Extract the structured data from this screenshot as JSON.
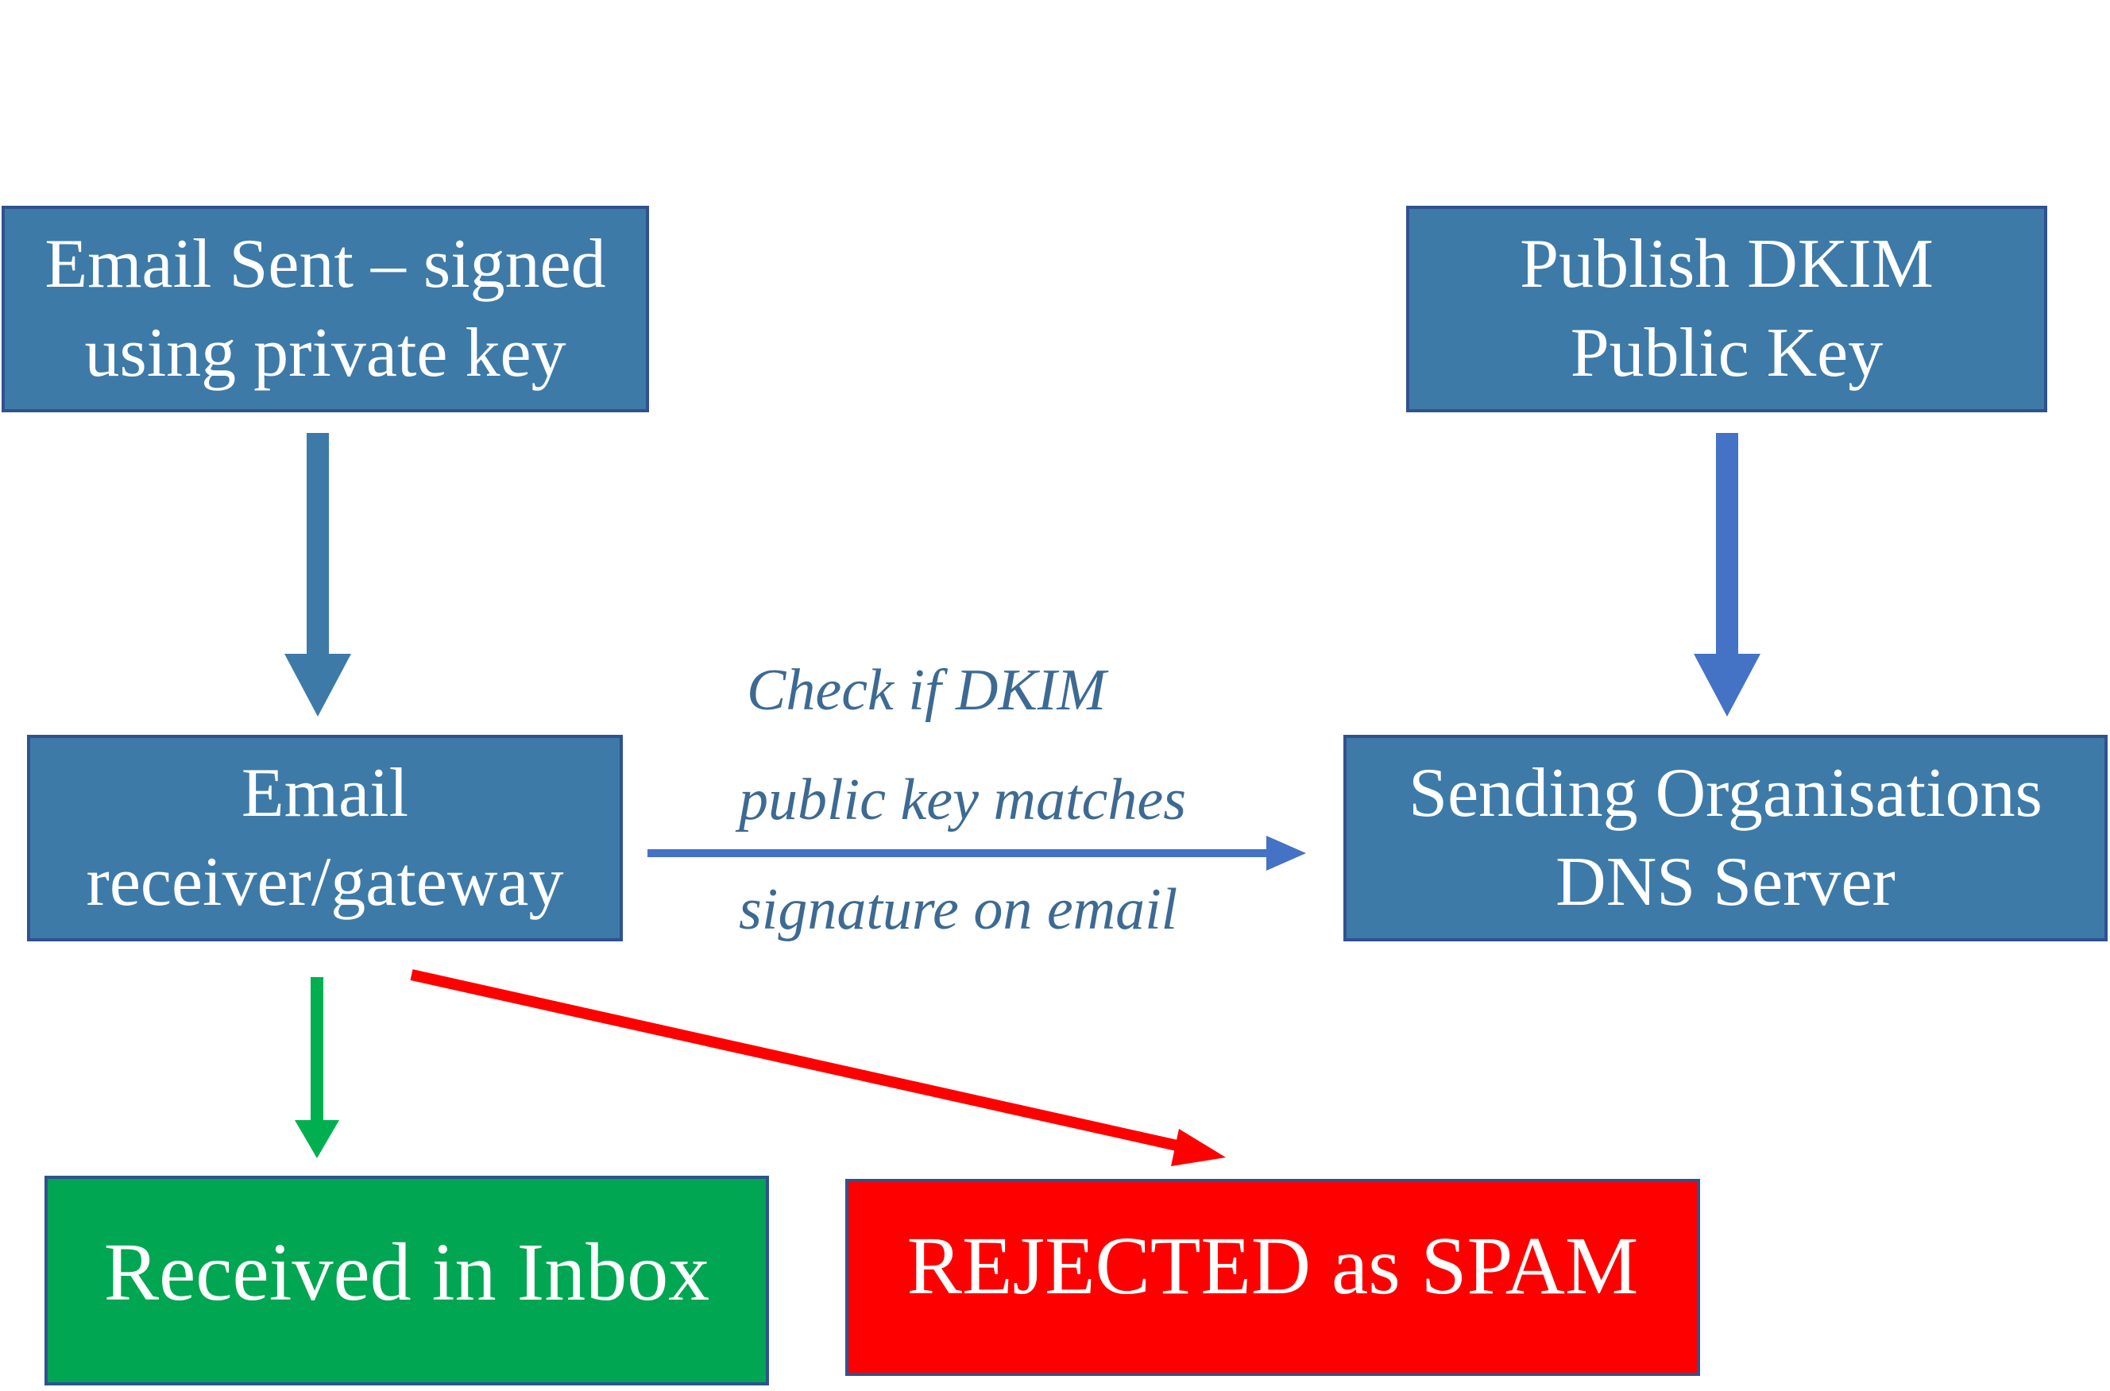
{
  "nodes": {
    "sent": {
      "lines": [
        "Email Sent – signed",
        "using private key"
      ]
    },
    "publish": {
      "lines": [
        "Publish DKIM",
        "Public Key"
      ]
    },
    "receiver": {
      "lines": [
        "Email",
        "receiver/gateway"
      ]
    },
    "dns": {
      "lines": [
        "Sending Organisations",
        "DNS Server"
      ]
    },
    "inbox": {
      "label": "Received in Inbox"
    },
    "rejected": {
      "label": "REJECTED as SPAM"
    }
  },
  "edges": {
    "check": {
      "lines": [
        "Check if DKIM",
        "public key matches",
        "signature on email"
      ]
    }
  },
  "colors": {
    "box_blue": "#3d7aa8",
    "box_border": "#2f528f",
    "arrow_blue_dark": "#3d7aa8",
    "arrow_blue_bright": "#4472c4",
    "success_green": "#00a651",
    "reject_red": "#ff0000",
    "label_text": "#3d6a92"
  }
}
